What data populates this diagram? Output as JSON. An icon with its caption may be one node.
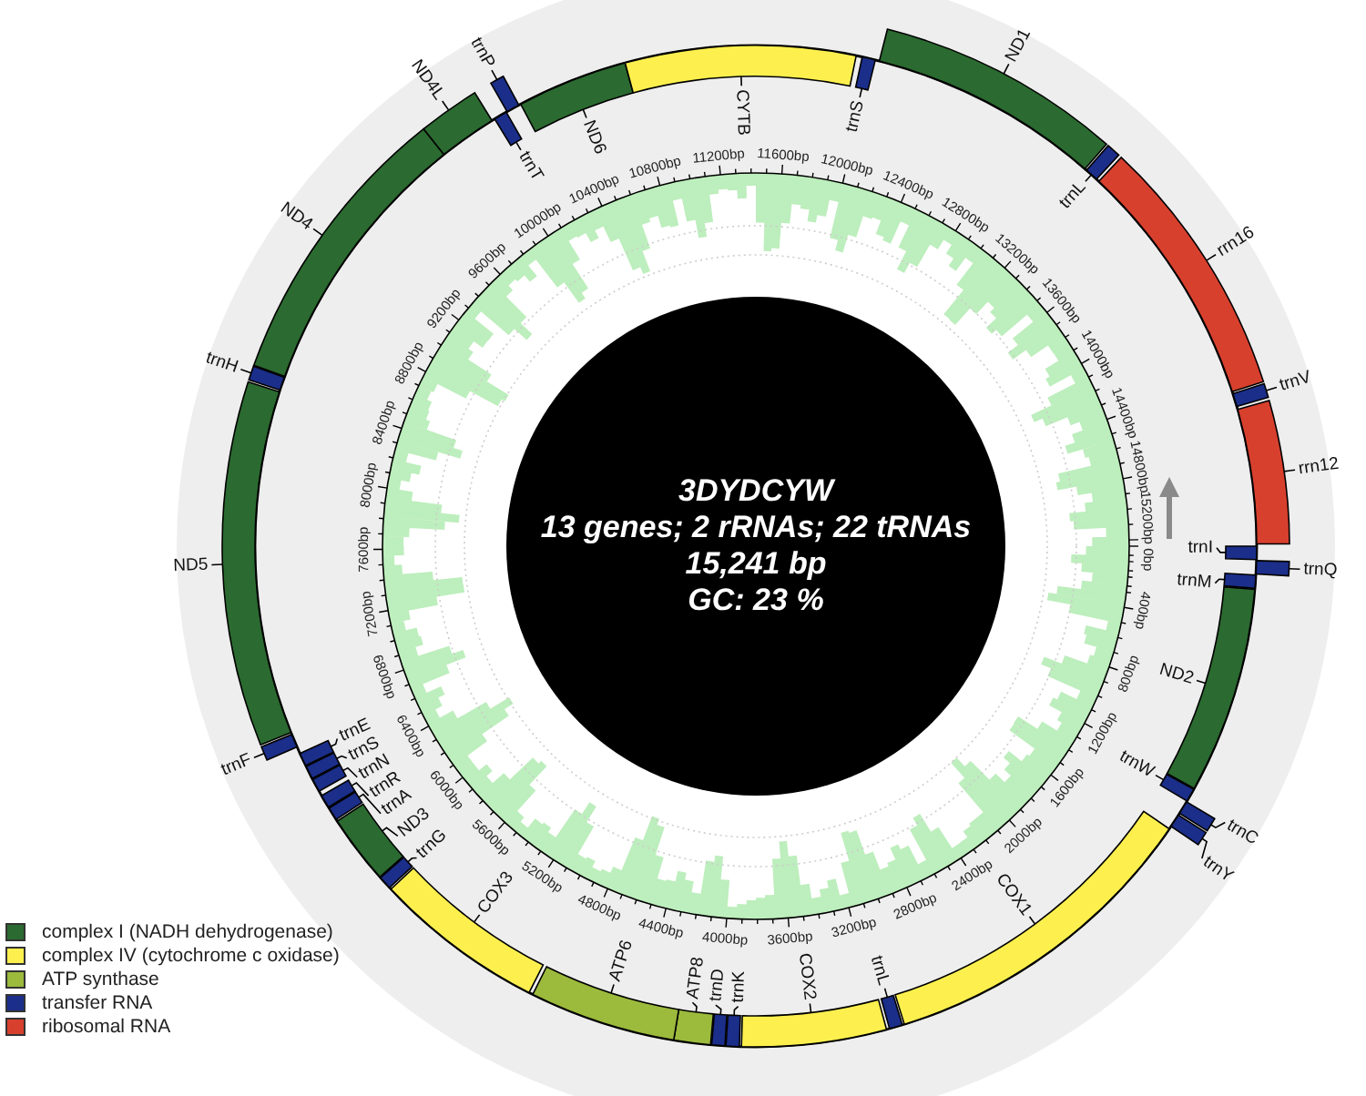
{
  "diagram": {
    "nodes": [
      {
        "text": [
          "3DYDCYW",
          "13 genes; 2 rRNAs; 22 tRNAs",
          "15,241 bp",
          "GC: 23 %"
        ]
      },
      {
        "text": [
          "trnI"
        ]
      },
      {
        "text": [
          "trnQ"
        ]
      },
      {
        "text": [
          "trnM"
        ]
      },
      {
        "text": [
          "ND2"
        ]
      },
      {
        "text": [
          "trnW"
        ]
      },
      {
        "text": [
          "trnC"
        ]
      },
      {
        "text": [
          "trnY"
        ]
      },
      {
        "text": [
          "COX1"
        ]
      },
      {
        "text": [
          "trnL"
        ]
      },
      {
        "text": [
          "COX2"
        ]
      },
      {
        "text": [
          "trnK"
        ]
      },
      {
        "text": [
          "trnD"
        ]
      },
      {
        "text": [
          "ATP8"
        ]
      },
      {
        "text": [
          "ATP6"
        ]
      },
      {
        "text": [
          "COX3"
        ]
      },
      {
        "text": [
          "trnG"
        ]
      },
      {
        "text": [
          "ND3"
        ]
      },
      {
        "text": [
          "trnA"
        ]
      },
      {
        "text": [
          "trnR"
        ]
      },
      {
        "text": [
          "trnN"
        ]
      },
      {
        "text": [
          "trnS"
        ]
      },
      {
        "text": [
          "trnE"
        ]
      },
      {
        "text": [
          "trnF"
        ]
      },
      {
        "text": [
          "ND5"
        ]
      },
      {
        "text": [
          "trnH"
        ]
      },
      {
        "text": [
          "ND4"
        ]
      },
      {
        "text": [
          "ND4L"
        ]
      },
      {
        "text": [
          "trnT"
        ]
      },
      {
        "text": [
          "trnP"
        ]
      },
      {
        "text": [
          "ND6"
        ]
      },
      {
        "text": [
          "CYTB"
        ]
      },
      {
        "text": [
          "trnS"
        ]
      },
      {
        "text": [
          "ND1"
        ]
      },
      {
        "text": [
          "trnL"
        ]
      },
      {
        "text": [
          "rrn16"
        ]
      },
      {
        "text": [
          "trnV"
        ]
      },
      {
        "text": [
          "rrn12"
        ]
      }
    ],
    "labels": [
      "0bp",
      "400bp",
      "800bp",
      "1200bp",
      "1600bp",
      "2000bp",
      "2400bp",
      "2800bp",
      "3200bp",
      "3600bp",
      "4000bp",
      "4400bp",
      "4800bp",
      "5200bp",
      "5600bp",
      "6000bp",
      "6400bp",
      "6800bp",
      "7200bp",
      "7600bp",
      "8000bp",
      "8400bp",
      "8800bp",
      "9200bp",
      "9600bp",
      "10000bp",
      "10400bp",
      "10800bp",
      "11200bp",
      "11600bp",
      "12000bp",
      "12400bp",
      "12800bp",
      "13200bp",
      "13600bp",
      "14000bp",
      "14400bp",
      "14800bp",
      "15200bp"
    ],
    "legend": [
      {
        "text": "complex I (NADH dehydrogenase)",
        "color": "#2b6a30"
      },
      {
        "text": "complex IV (cytochrome c oxidase)",
        "color": "#fdf04e"
      },
      {
        "text": "ATP synthase",
        "color": "#9cba3c"
      },
      {
        "text": "transfer RNA",
        "color": "#1b2e8a"
      },
      {
        "text": "ribosomal RNA",
        "color": "#d8402e"
      }
    ]
  }
}
